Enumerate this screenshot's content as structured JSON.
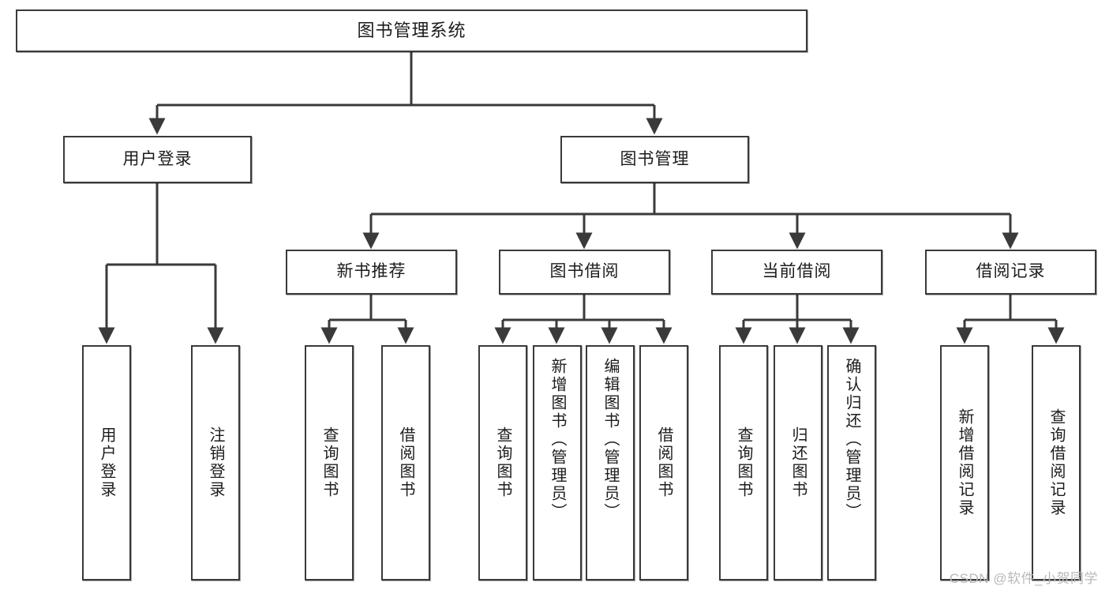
{
  "diagram": {
    "type": "tree",
    "title": "图书管理系统",
    "watermark": "CSDN @软件_小贺同学",
    "colors": {
      "stroke": "#3a3a3a",
      "fill": "#ffffff",
      "text": "#1c1c1c",
      "watermark": "#b9b9b9"
    },
    "root": {
      "label": "图书管理系统"
    },
    "level2": [
      {
        "label": "用户登录"
      },
      {
        "label": "图书管理"
      }
    ],
    "level3": [
      {
        "label": "新书推荐"
      },
      {
        "label": "图书借阅"
      },
      {
        "label": "当前借阅"
      },
      {
        "label": "借阅记录"
      }
    ],
    "leaves": {
      "user_login": [
        {
          "label": "用户登录"
        },
        {
          "label": "注销登录"
        }
      ],
      "new_book_recommend": [
        {
          "label": "查询图书"
        },
        {
          "label": "借阅图书"
        }
      ],
      "book_borrow": [
        {
          "label": "查询图书"
        },
        {
          "label": "新增图书（管理员）"
        },
        {
          "label": "编辑图书（管理员）"
        },
        {
          "label": "借阅图书"
        }
      ],
      "current_borrow": [
        {
          "label": "查询图书"
        },
        {
          "label": "归还图书"
        },
        {
          "label": "确认归还（管理员）"
        }
      ],
      "borrow_record": [
        {
          "label": "新增借阅记录"
        },
        {
          "label": "查询借阅记录"
        }
      ]
    }
  }
}
